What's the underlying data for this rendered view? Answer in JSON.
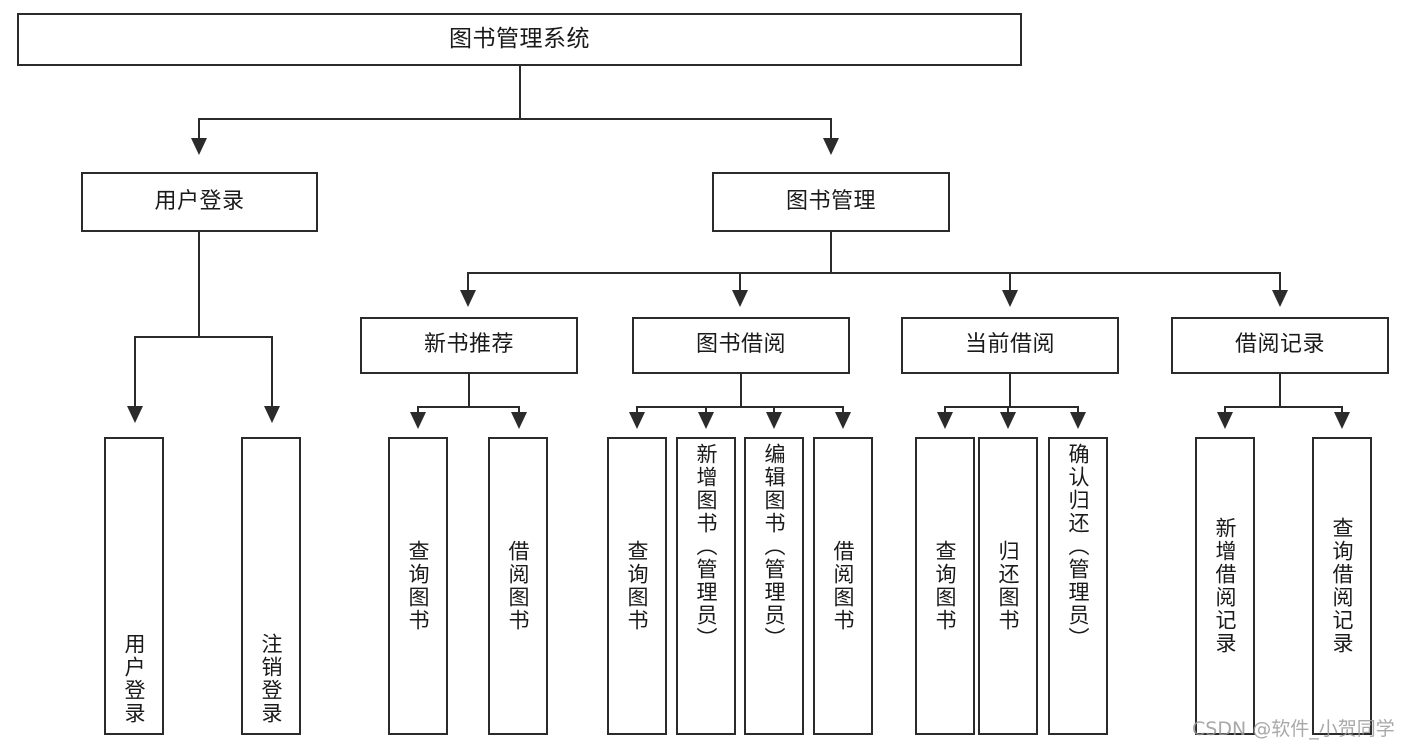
{
  "diagram": {
    "title": "图书管理系统",
    "type": "tree-hierarchy",
    "root": {
      "label": "图书管理系统"
    },
    "level1": [
      {
        "label": "用户登录"
      },
      {
        "label": "图书管理"
      }
    ],
    "level2": [
      {
        "label": "新书推荐",
        "parent": "图书管理"
      },
      {
        "label": "图书借阅",
        "parent": "图书管理"
      },
      {
        "label": "当前借阅",
        "parent": "图书管理"
      },
      {
        "label": "借阅记录",
        "parent": "图书管理"
      }
    ],
    "leaves": {
      "user_login": [
        {
          "label": "用户登录"
        },
        {
          "label": "注销登录"
        }
      ],
      "new_book_recommend": [
        {
          "label": "查询图书"
        },
        {
          "label": "借阅图书"
        }
      ],
      "book_borrow": [
        {
          "label": "查询图书"
        },
        {
          "label": "新增图书（管理员）"
        },
        {
          "label": "编辑图书（管理员）"
        },
        {
          "label": "借阅图书"
        }
      ],
      "current_borrow": [
        {
          "label": "查询图书"
        },
        {
          "label": "归还图书"
        },
        {
          "label": "确认归还（管理员）"
        }
      ],
      "borrow_record": [
        {
          "label": "新增借阅记录"
        },
        {
          "label": "查询借阅记录"
        }
      ]
    }
  },
  "watermark": {
    "text": "CSDN @软件_小贺同学"
  },
  "colors": {
    "stroke": "#2b2b2b",
    "fill": "#ffffff",
    "text": "#1a1a1a",
    "watermark": "#9a9a9a"
  }
}
